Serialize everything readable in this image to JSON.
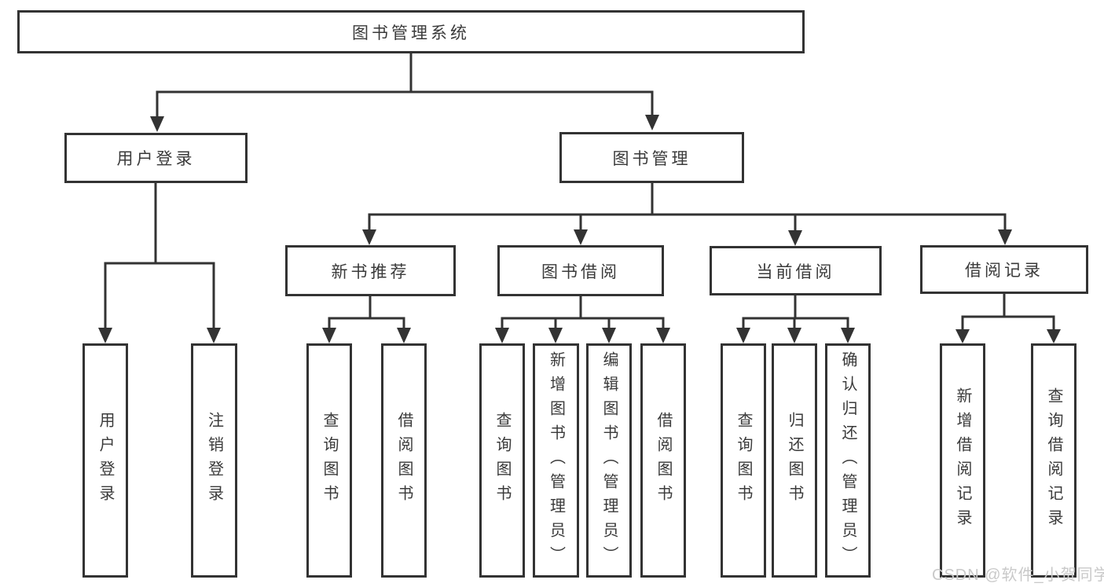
{
  "tree": {
    "root": {
      "label": "图书管理系统"
    },
    "branches": [
      {
        "label": "用户登录",
        "children": [
          {
            "label": "用户登录"
          },
          {
            "label": "注销登录"
          }
        ]
      },
      {
        "label": "图书管理",
        "children": [
          {
            "label": "新书推荐",
            "children": [
              {
                "label": "查询图书"
              },
              {
                "label": "借阅图书"
              }
            ]
          },
          {
            "label": "图书借阅",
            "children": [
              {
                "label": "查询图书"
              },
              {
                "label": "新增图书（管理员）"
              },
              {
                "label": "编辑图书（管理员）"
              },
              {
                "label": "借阅图书"
              }
            ]
          },
          {
            "label": "当前借阅",
            "children": [
              {
                "label": "查询图书"
              },
              {
                "label": "归还图书"
              },
              {
                "label": "确认归还（管理员）"
              }
            ]
          },
          {
            "label": "借阅记录",
            "children": [
              {
                "label": "新增借阅记录"
              },
              {
                "label": "查询借阅记录"
              }
            ]
          }
        ]
      }
    ]
  },
  "watermark": {
    "text": "CSDN @软件_小贺同学"
  },
  "colors": {
    "line": "#333333",
    "box_border": "#333333",
    "text": "#3a3a3a",
    "watermark": "#c9c9c9",
    "background": "#ffffff"
  }
}
